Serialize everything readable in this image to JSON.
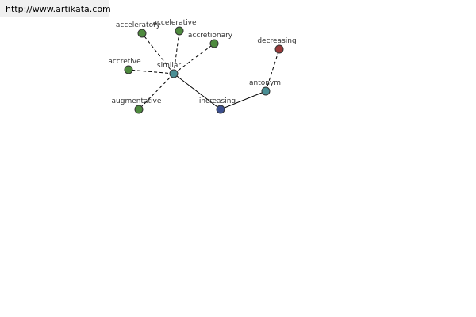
{
  "source": {
    "url_text": "http://www.artikata.com"
  },
  "colors": {
    "background": "#ffffff",
    "banner": "#f0f0f0",
    "edge": "#000000",
    "node_outline": "#333333",
    "label": "#333333",
    "synonym_node": "#4e8a3e",
    "hub_node": "#4a8f95",
    "main_node": "#3c4f8e",
    "antonym_node": "#9a3a3a"
  },
  "graph": {
    "nodes": [
      {
        "id": "accelerative",
        "label": "accelerative",
        "color": "#4e8a3e"
      },
      {
        "id": "acceleratory",
        "label": "acceleratory",
        "color": "#4e8a3e"
      },
      {
        "id": "accretionary",
        "label": "accretionary",
        "color": "#4e8a3e"
      },
      {
        "id": "accretive",
        "label": "accretive",
        "color": "#4e8a3e"
      },
      {
        "id": "augmentative",
        "label": "augmentative",
        "color": "#4e8a3e"
      },
      {
        "id": "similar",
        "label": "similar",
        "color": "#4a8f95"
      },
      {
        "id": "increasing",
        "label": "increasing",
        "color": "#3c4f8e"
      },
      {
        "id": "antonym",
        "label": "antonym",
        "color": "#4a8f95"
      },
      {
        "id": "decreasing",
        "label": "decreasing",
        "color": "#9a3a3a"
      }
    ],
    "edges": [
      {
        "from": "similar",
        "to": "acceleratory",
        "style": "dashed"
      },
      {
        "from": "similar",
        "to": "accelerative",
        "style": "dashed"
      },
      {
        "from": "similar",
        "to": "accretionary",
        "style": "dashed"
      },
      {
        "from": "similar",
        "to": "accretive",
        "style": "dashed"
      },
      {
        "from": "similar",
        "to": "augmentative",
        "style": "dashed"
      },
      {
        "from": "similar",
        "to": "increasing",
        "style": "solid"
      },
      {
        "from": "increasing",
        "to": "antonym",
        "style": "solid"
      },
      {
        "from": "antonym",
        "to": "decreasing",
        "style": "dashed"
      }
    ]
  }
}
